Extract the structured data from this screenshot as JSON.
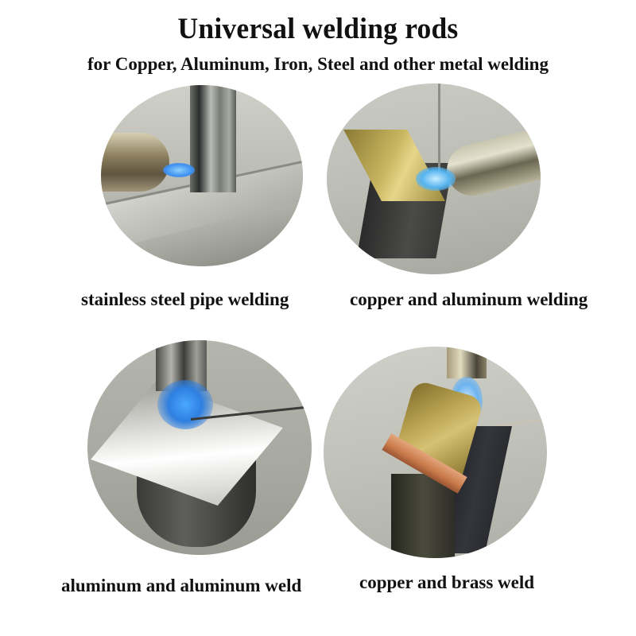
{
  "header": {
    "title": "Universal welding rods",
    "subtitle": "for Copper, Aluminum, Iron, Steel and other metal welding"
  },
  "panels": [
    {
      "caption": "stainless steel pipe welding",
      "image": "stainless-steel-pipe-welding-photo"
    },
    {
      "caption": "copper and aluminum welding",
      "image": "copper-aluminum-welding-photo"
    },
    {
      "caption": "aluminum and aluminum weld",
      "image": "aluminum-aluminum-weld-photo"
    },
    {
      "caption": "copper and brass weld",
      "image": "copper-brass-weld-photo"
    }
  ],
  "colors": {
    "background": "#ffffff",
    "text": "#111111",
    "flame": "#3d8ff0",
    "brass": "#b9a24a",
    "copper": "#c97a4a",
    "steel": "#a9aca4"
  }
}
